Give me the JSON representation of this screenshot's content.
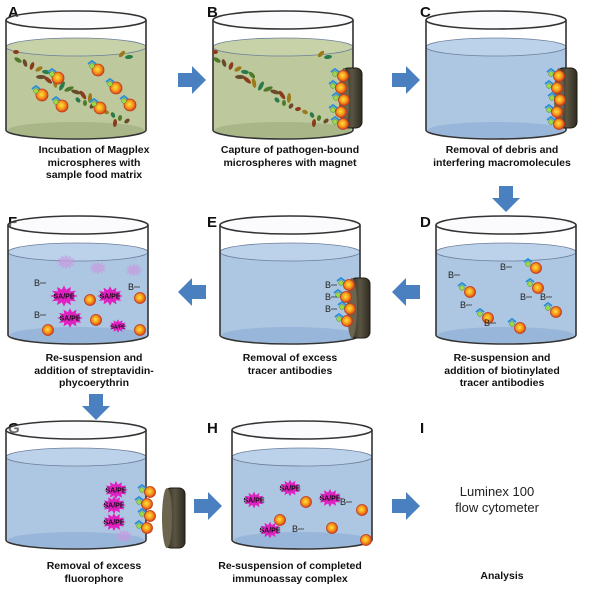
{
  "panels": [
    {
      "letter": "A",
      "caption": [
        "Incubation of Magplex",
        "microspheres with",
        "sample food matrix"
      ]
    },
    {
      "letter": "B",
      "caption": [
        "Capture of pathogen-bound",
        "microspheres with magnet"
      ]
    },
    {
      "letter": "C",
      "caption": [
        "Removal of debris and",
        "interfering macromolecules"
      ]
    },
    {
      "letter": "D",
      "caption": [
        "Re-suspension and",
        "addition of biotinylated",
        "tracer antibodies"
      ]
    },
    {
      "letter": "E",
      "caption": [
        "Removal of excess",
        "tracer antibodies"
      ]
    },
    {
      "letter": "F",
      "caption": [
        "Re-suspension and",
        "addition of streptavidin-",
        "phycoerythrin"
      ]
    },
    {
      "letter": "G",
      "caption": [
        "Removal of excess",
        "fluorophore"
      ]
    },
    {
      "letter": "H",
      "caption": [
        "Re-suspension of completed",
        "immunoassay complex"
      ]
    },
    {
      "letter": "I",
      "caption": [
        "Analysis"
      ]
    }
  ],
  "instrument": [
    "Luminex 100",
    "flow cytometer"
  ],
  "glyphs": {
    "biotin": "B",
    "sape": "SA/PE"
  },
  "colors": {
    "arrow": "#4a7fc0",
    "liquid_food": "#b9c598",
    "liquid_clear": "#a9c3e0",
    "magnet": "#4a4537",
    "bead": "#e85a1a",
    "star": "#e020c0"
  }
}
